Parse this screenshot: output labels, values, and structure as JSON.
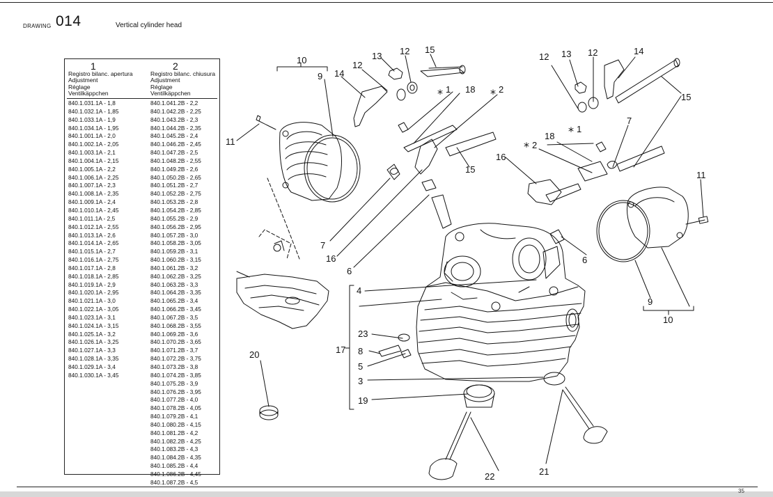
{
  "header": {
    "drawing_label": "DRAWING",
    "drawing_number": "014",
    "title": "Vertical cylinder head"
  },
  "table": {
    "col1": {
      "number": "1",
      "labels": [
        "Registro bilanc. apertura",
        "Adjustment",
        "Réglage",
        "Ventilkäppchen"
      ],
      "rows": [
        "840.1.031.1A - 1,8",
        "840.1.032.1A - 1,85",
        "840.1.033.1A - 1,9",
        "840.1.034.1A - 1,95",
        "840.1.001.1A - 2,0",
        "840.1.002.1A - 2,05",
        "840.1.003.1A - 2,1",
        "840.1.004.1A - 2,15",
        "840.1.005.1A - 2,2",
        "840.1.006.1A - 2,25",
        "840.1.007.1A - 2,3",
        "840.1.008.1A - 2,35",
        "840.1.009.1A - 2,4",
        "840.1.010.1A - 2,45",
        "840.1.011.1A - 2,5",
        "840.1.012.1A - 2,55",
        "840.1.013.1A - 2,6",
        "840.1.014.1A - 2,65",
        "840.1.015.1A - 2,7",
        "840.1.016.1A - 2,75",
        "840.1.017.1A - 2,8",
        "840.1.018.1A - 2,85",
        "840.1.019.1A - 2,9",
        "840.1.020.1A - 2,95",
        "840.1.021.1A - 3,0",
        "840.1.022.1A - 3,05",
        "840.1.023.1A - 3,1",
        "840.1.024.1A - 3,15",
        "840.1.025.1A - 3,2",
        "840.1.026.1A - 3,25",
        "840.1.027.1A - 3,3",
        "840.1.028.1A - 3,35",
        "840.1.029.1A - 3,4",
        "840.1.030.1A - 3,45"
      ]
    },
    "col2": {
      "number": "2",
      "labels": [
        "Registro bilanc. chiusura",
        "Adjustment",
        "Réglage",
        "Ventilkäppchen"
      ],
      "rows": [
        "840.1.041.2B - 2,2",
        "840.1.042.2B - 2,25",
        "840.1.043.2B - 2,3",
        "840.1.044.2B - 2,35",
        "840.1.045.2B - 2,4",
        "840.1.046.2B - 2,45",
        "840.1.047.2B - 2,5",
        "840.1.048.2B - 2,55",
        "840.1.049.2B - 2,6",
        "840.1.050.2B - 2,65",
        "840.1.051.2B - 2,7",
        "840.1.052.2B - 2,75",
        "840.1.053.2B - 2,8",
        "840.1.054.2B - 2,85",
        "840.1.055.2B - 2,9",
        "840.1.056.2B - 2,95",
        "840.1.057.2B - 3,0",
        "840.1.058.2B - 3,05",
        "840.1.059.2B - 3,1",
        "840.1.060.2B - 3,15",
        "840.1.061.2B - 3,2",
        "840.1.062.2B - 3,25",
        "840.1.063.2B - 3,3",
        "840.1.064.2B - 3,35",
        "840.1.065.2B - 3,4",
        "840.1.066.2B - 3,45",
        "840.1.067.2B - 3,5",
        "840.1.068.2B - 3,55",
        "840.1.069.2B - 3,6",
        "840.1.070.2B - 3,65",
        "840.1.071.2B - 3,7",
        "840.1.072.2B - 3,75",
        "840.1.073.2B - 3,8",
        "840.1.074.2B - 3,85",
        "840.1.075.2B - 3,9",
        "840.1.076.2B - 3,95",
        "840.1.077.2B - 4,0",
        "840.1.078.2B - 4,05",
        "840.1.079.2B - 4,1",
        "840.1.080.2B - 4,15",
        "840.1.081.2B - 4,2",
        "840.1.082.2B - 4,25",
        "840.1.083.2B - 4,3",
        "840.1.084.2B - 4,35",
        "840.1.085.2B - 4,4",
        "840.1.086.2B - 4,45",
        "840.1.087.2B - 4,5"
      ]
    }
  },
  "callouts": {
    "c1a": "1",
    "c2a": "2",
    "c1b": "1",
    "c2b": "2",
    "c3": "3",
    "c4": "4",
    "c5": "5",
    "c6a": "6",
    "c6b": "6",
    "c7a": "7",
    "c7b": "7",
    "c8": "8",
    "c9a": "9",
    "c9b": "9",
    "c10a": "10",
    "c10b": "10",
    "c11a": "11",
    "c11b": "11",
    "c12a": "12",
    "c12b": "12",
    "c12c": "12",
    "c12d": "12",
    "c13a": "13",
    "c13b": "13",
    "c14a": "14",
    "c14b": "14",
    "c15a": "15",
    "c15b": "15",
    "c15c": "15",
    "c16a": "16",
    "c16b": "16",
    "c17": "17",
    "c18a": "18",
    "c18b": "18",
    "c19": "19",
    "c20": "20",
    "c21": "21",
    "c22": "22",
    "c23": "23",
    "star": "*"
  },
  "footer": {
    "page_number": "35"
  }
}
